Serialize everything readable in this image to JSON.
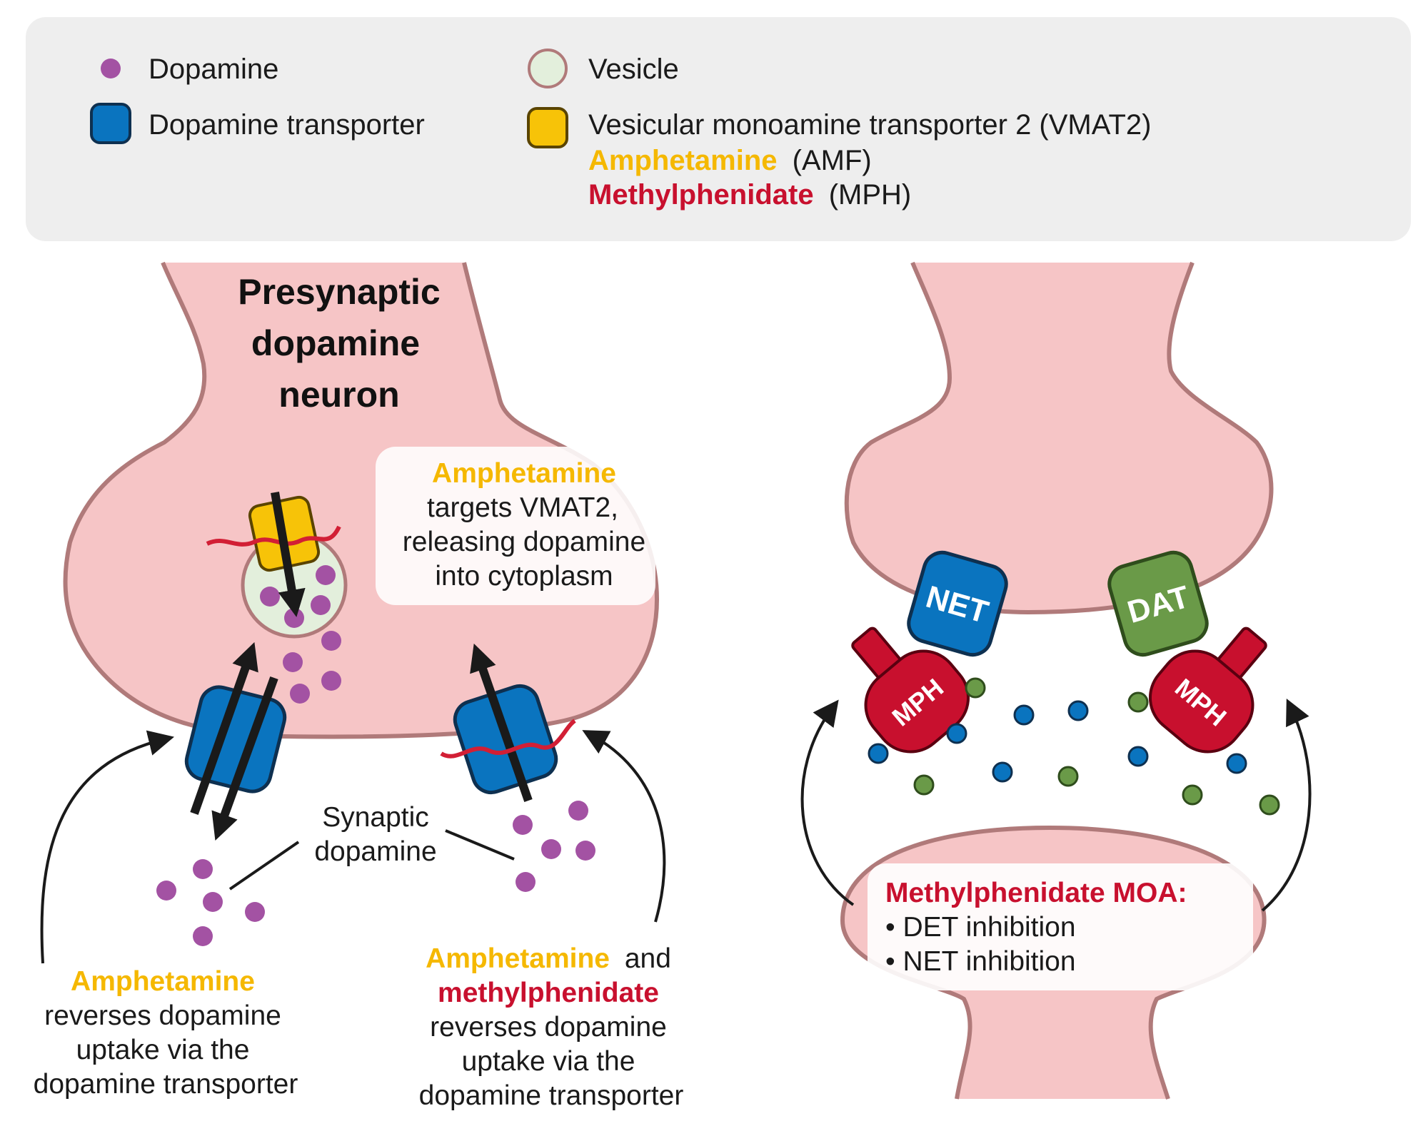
{
  "legend": {
    "dopamine": "Dopamine",
    "dopamine_transporter": "Dopamine transporter",
    "vesicle": "Vesicle",
    "vmat2": "Vesicular monoamine transporter 2 (VMAT2)",
    "amphetamine_name": "Amphetamine",
    "amphetamine_abbr": "(AMF)",
    "methylphenidate_name": "Methylphenidate",
    "methylphenidate_abbr": "(MPH)"
  },
  "left_panel": {
    "title_lines": [
      "Presynaptic",
      "dopamine",
      "neuron"
    ],
    "vmat_callout": {
      "drug": "Amphetamine",
      "lines": [
        "targets VMAT2,",
        "releasing dopamine",
        "into cytoplasm"
      ]
    },
    "synaptic_label": [
      "Synaptic",
      "dopamine"
    ],
    "left_caption": {
      "drug": "Amphetamine",
      "lines": [
        "reverses dopamine",
        "uptake via the",
        "dopamine transporter"
      ]
    },
    "right_caption": {
      "drug1": "Amphetamine",
      "conj": "and",
      "drug2": "methylphenidate",
      "lines": [
        "reverses dopamine",
        "uptake via the",
        "dopamine transporter"
      ]
    }
  },
  "right_panel": {
    "net_label": "NET",
    "dat_label": "DAT",
    "mph_label": "MPH",
    "moa_title": "Methylphenidate MOA:",
    "moa_items": [
      "• DET inhibition",
      "• NET inhibition"
    ]
  },
  "colors": {
    "neuron_fill": "#f6c5c6",
    "neuron_stroke": "#b07a7a",
    "dopamine": "#a352a3",
    "dopamine_transporter": "#0a74bf",
    "vmat2": "#f7c308",
    "vesicle_fill": "#e3efdc",
    "amphetamine": "#f5b800",
    "methylphenidate": "#c8102e",
    "dat_green": "#6a9a48",
    "legend_bg": "#eeeeee"
  }
}
